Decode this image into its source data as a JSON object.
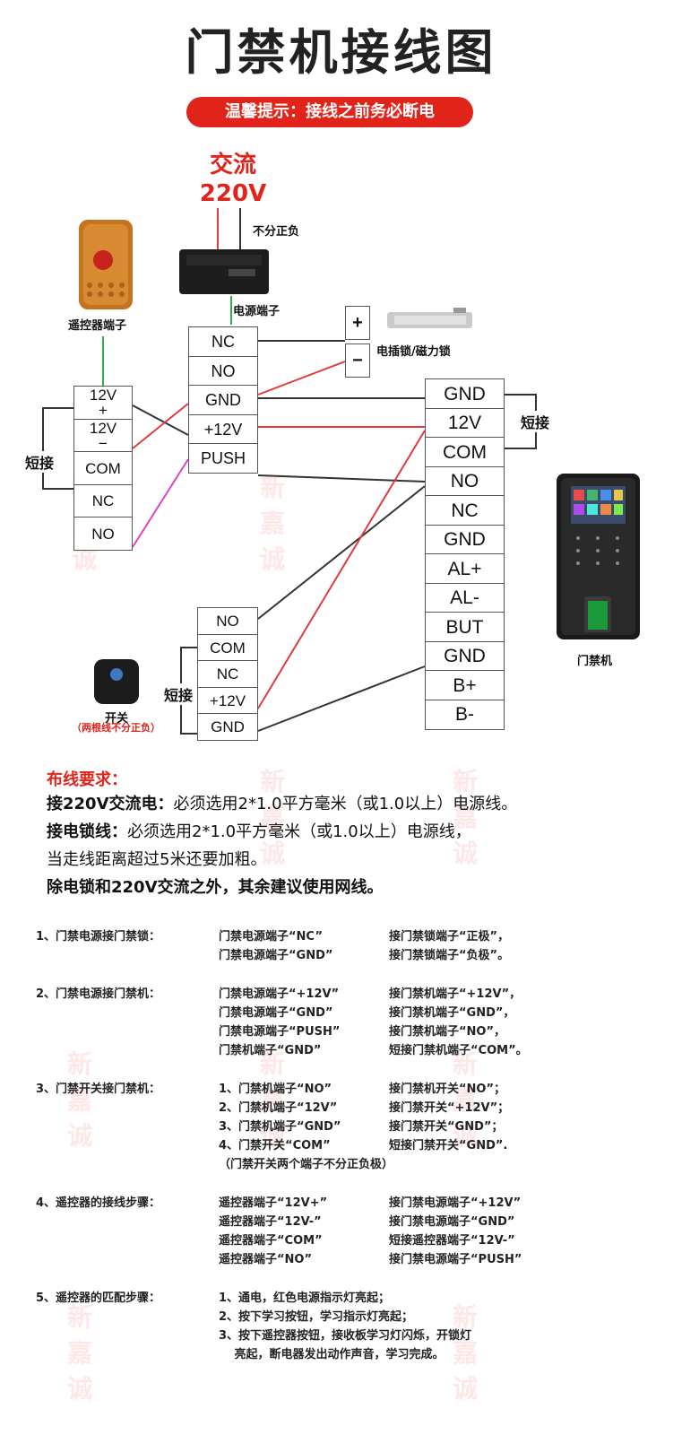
{
  "title": "门禁机接线图",
  "warning": "温馨提示：接线之前务必断电",
  "ac_label": "交流",
  "ac_voltage": "220V",
  "no_polarity": "不分正负",
  "power_terminal_label": "电源端子",
  "remote_label": "遥控器端子",
  "lock_label": "电插锁/磁力锁",
  "lock_plus": "+",
  "lock_minus": "−",
  "device_label": "门禁机",
  "switch_label": "开关",
  "switch_note": "（两根线不分正负）",
  "short_label": "短接",
  "watermark": "新嘉诚",
  "power_terminals": [
    "NC",
    "NO",
    "GND",
    "+12V",
    "PUSH"
  ],
  "remote_terminals": [
    "12V\n+",
    "12V\n−",
    "COM",
    "NC",
    "NO"
  ],
  "device_terminals": [
    "GND",
    "12V",
    "COM",
    "NO",
    "NC",
    "GND",
    "AL+",
    "AL-",
    "BUT",
    "GND",
    "B+",
    "B-"
  ],
  "switch_terminals": [
    "NO",
    "COM",
    "NC",
    "+12V",
    "GND"
  ],
  "wiring_heading": "布线要求：",
  "wiring_lines": [
    {
      "bold": "接220V交流电：",
      "text": "必须选用2*1.0平方毫米（或1.0以上）电源线。"
    },
    {
      "bold": "接电锁线：",
      "text": "必须选用2*1.0平方毫米（或1.0以上）电源线，"
    },
    {
      "bold": "",
      "text": "当走线距离超过5米还要加粗。"
    },
    {
      "bold": "除电锁和220V交流之外，其余建议使用网线。",
      "text": ""
    }
  ],
  "steps": [
    {
      "heading": "1、门禁电源接门禁锁：",
      "rows": [
        [
          "门禁电源端子“NC”",
          "接门禁锁端子“正极”，"
        ],
        [
          "门禁电源端子“GND”",
          "接门禁锁端子“负极”。"
        ]
      ]
    },
    {
      "heading": "2、门禁电源接门禁机：",
      "rows": [
        [
          "门禁电源端子“+12V”",
          "接门禁机端子“+12V”，"
        ],
        [
          "门禁电源端子“GND”",
          "接门禁机端子“GND”，"
        ],
        [
          "门禁电源端子“PUSH”",
          "接门禁机端子“NO”，"
        ],
        [
          "门禁机端子“GND”",
          "短接门禁机端子“COM”。"
        ]
      ]
    },
    {
      "heading": "3、门禁开关接门禁机：",
      "rows": [
        [
          "1、门禁机端子“NO”",
          "接门禁机开关“NO”；"
        ],
        [
          "2、门禁机端子“12V”",
          "接门禁开关“+12V”；"
        ],
        [
          "3、门禁机端子“GND”",
          "接门禁开关“GND”；"
        ],
        [
          "4、门禁开关“COM”",
          "短接门禁开关“GND”."
        ],
        [
          "（门禁开关两个端子不分正负极）",
          ""
        ]
      ]
    },
    {
      "heading": "4、遥控器的接线步骤：",
      "rows": [
        [
          "遥控器端子“12V+”",
          "接门禁电源端子“+12V”"
        ],
        [
          "遥控器端子“12V-”",
          "接门禁电源端子“GND”"
        ],
        [
          "遥控器端子“COM”",
          "短接遥控器端子“12V-”"
        ],
        [
          "遥控器端子“NO”",
          "接门禁电源端子“PUSH”"
        ]
      ]
    },
    {
      "heading": "5、遥控器的匹配步骤：",
      "rows": [
        [
          "1、通电，红色电源指示灯亮起；",
          ""
        ],
        [
          "2、按下学习按钮，学习指示灯亮起；",
          ""
        ],
        [
          "3、按下遥控器按钮，接收板学习灯闪烁，开锁灯",
          ""
        ],
        [
          "　 亮起，断电器发出动作声音，学习完成。",
          ""
        ]
      ]
    }
  ],
  "colors": {
    "accent_red": "#e2231a",
    "wire_red": "#e23b3b",
    "wire_green": "#2fae4a",
    "wire_magenta": "#e040c8",
    "wire_dark": "#333333"
  }
}
